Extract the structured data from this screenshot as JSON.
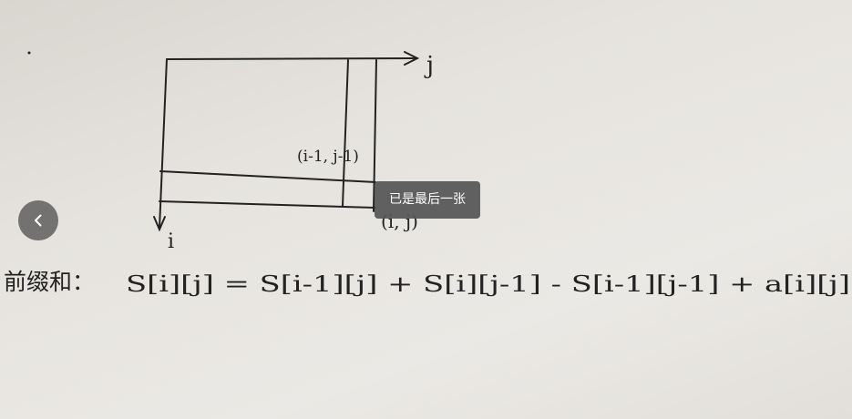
{
  "photo": {
    "grid_label_top_left": "(i-1, j-1)",
    "grid_label_bottom_right": "(i, j)",
    "axis_j": "j",
    "axis_i": "i",
    "formula": "前缀和： S[i][j] = S[i-1][j] + S[i][j-1] - S[i-1][j-1] + a[i][j]",
    "formula_prefix": "前缀和：",
    "formula_body": "S[i][j] = S[i-1][j] + S[i][j-1] - S[i-1][j-1] + a[i][j]"
  },
  "viewer": {
    "prev_icon": "chevron-left-icon",
    "tooltip": "已是最后一张"
  },
  "colors": {
    "ink": "#222222",
    "tooltip_bg": "#555555",
    "button_bg": "#464646"
  }
}
